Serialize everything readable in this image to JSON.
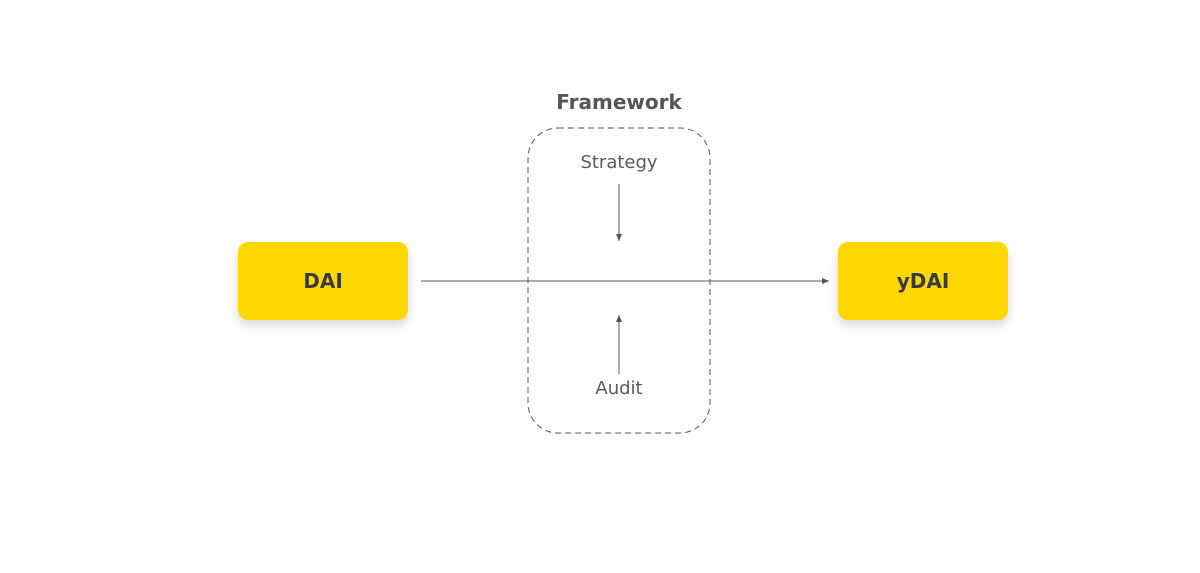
{
  "diagram": {
    "framework": {
      "title": "Framework",
      "strategy_label": "Strategy",
      "audit_label": "Audit"
    },
    "nodes": {
      "source": "DAI",
      "target": "yDAI"
    },
    "colors": {
      "node_fill": "#FFD700",
      "node_text": "#3a3a3a",
      "line": "#555555",
      "framework_border": "#555555"
    }
  }
}
